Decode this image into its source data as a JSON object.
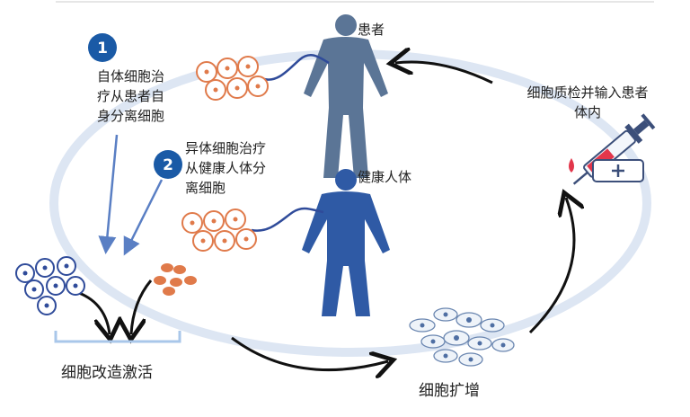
{
  "labels": {
    "patient": "患者",
    "healthy_person": "健康人体",
    "qc_infuse": "细胞质检并输入患者\n体内",
    "modify_activate": "细胞改造激活",
    "expand": "细胞扩增"
  },
  "steps": [
    {
      "number": "1",
      "text": "自体细胞治\n疗从患者自\n身分离细胞"
    },
    {
      "number": "2",
      "text": "异体细胞治疗\n从健康人体分\n离细胞"
    }
  ],
  "colors": {
    "cycle_ring": "#dde6f3",
    "step_badge": "#1a5aa6",
    "arrow_blue": "#5a7fc4",
    "patient_figure": "#5b7596",
    "healthy_figure": "#2f5aa5",
    "cell_orange": "#e07a4a",
    "cell_blue": "#2f4b9a"
  }
}
